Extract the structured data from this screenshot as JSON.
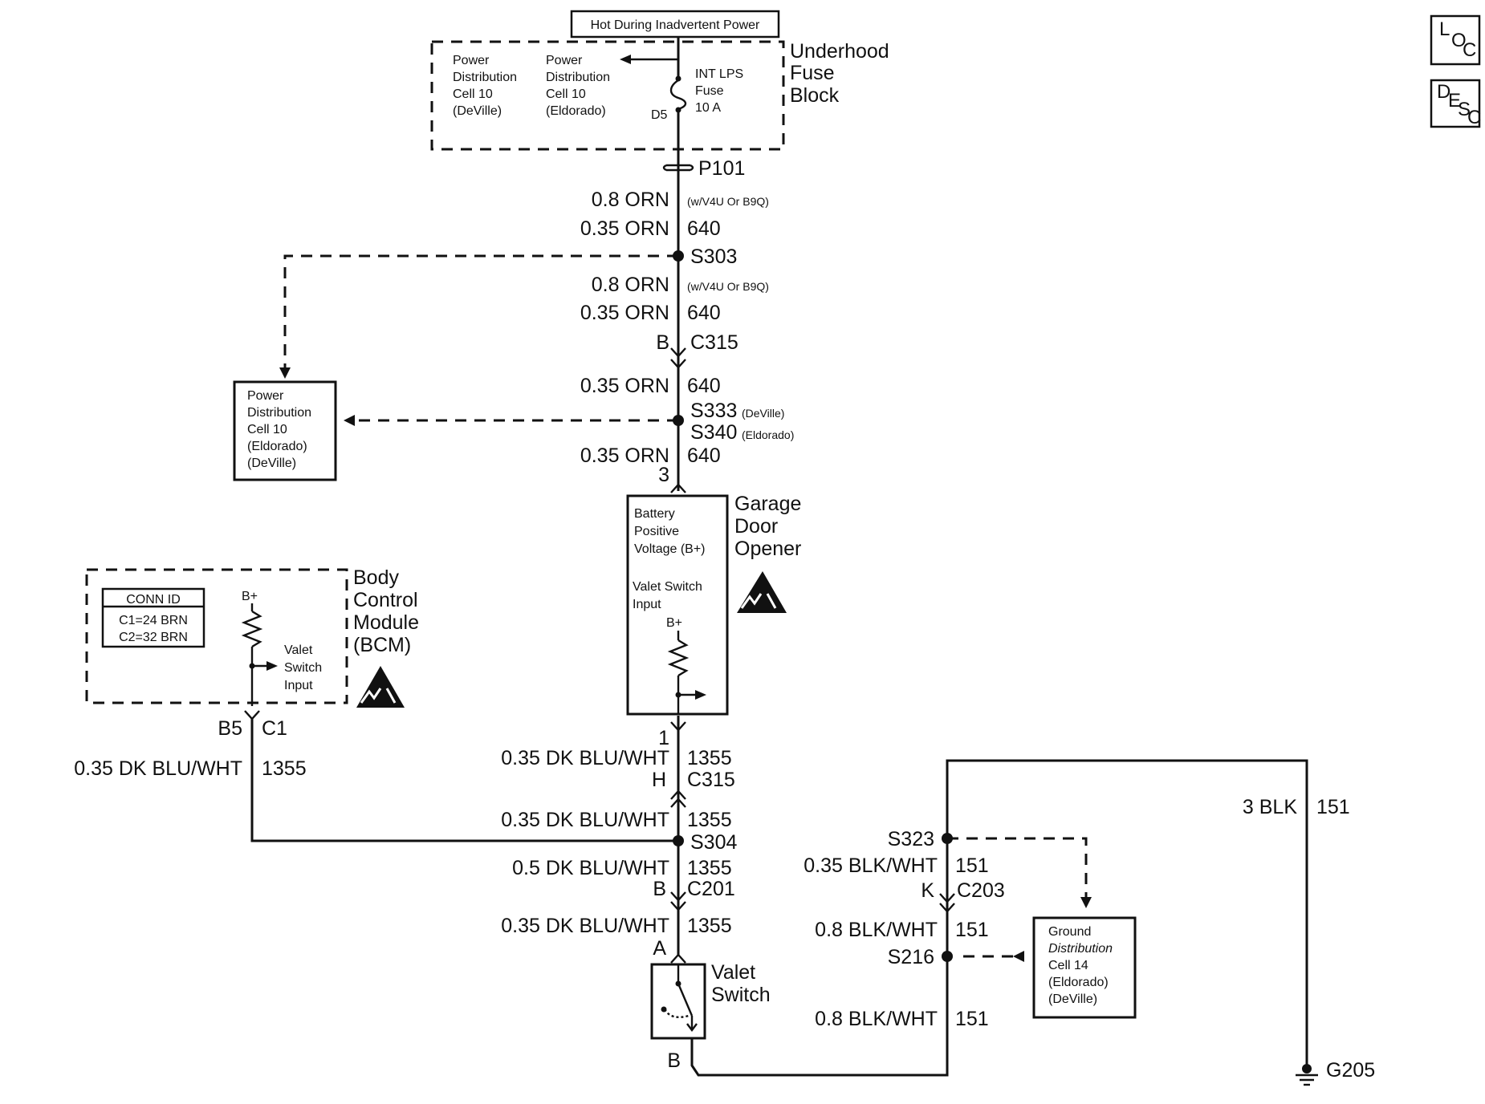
{
  "power_source": {
    "title": "Hot During Inadvertent Power"
  },
  "fuse_block": {
    "title": [
      "Underhood",
      "Fuse",
      "Block"
    ],
    "pd_deville": [
      "Power",
      "Distribution",
      "Cell 10",
      "(DeVille)"
    ],
    "pd_eldorado": [
      "Power",
      "Distribution",
      "Cell 10",
      "(Eldorado)"
    ],
    "fuse_label": [
      "INT LPS",
      "Fuse",
      "10 A"
    ],
    "terminal": "D5"
  },
  "top_circuit": {
    "p101": "P101",
    "w1_gauge": "0.8 ORN",
    "w1_note": "(w/V4U Or B9Q)",
    "w2_gauge": "0.35 ORN",
    "w2_circuit": "640",
    "s303": "S303",
    "w3_gauge": "0.8 ORN",
    "w3_note": "(w/V4U Or B9Q)",
    "w4_gauge": "0.35 ORN",
    "w4_circuit": "640",
    "c315_pin": "B",
    "c315": "C315",
    "w5_gauge": "0.35 ORN",
    "w5_circuit": "640",
    "s333": "S333",
    "s333_note": "(DeVille)",
    "s340": "S340",
    "s340_note": "(Eldorado)",
    "w6_gauge": "0.35 ORN",
    "w6_circuit": "640",
    "gdo_pin_top": "3"
  },
  "pd_box": [
    "Power",
    "Distribution",
    "Cell 10",
    "(Eldorado)",
    "(DeVille)"
  ],
  "garage_door": {
    "title": [
      "Garage",
      "Door",
      "Opener"
    ],
    "battery_label": [
      "Battery",
      "Positive",
      "Voltage (B+)"
    ],
    "valet_input": [
      "Valet Switch",
      "Input"
    ],
    "bplus": "B+",
    "pin_bottom": "1"
  },
  "bcm": {
    "title": [
      "Body",
      "Control",
      "Module",
      "(BCM)"
    ],
    "conn_header": "CONN ID",
    "conn_rows": [
      "C1=24 BRN",
      "C2=32 BRN"
    ],
    "bplus": "B+",
    "valet_input": [
      "Valet",
      "Switch",
      "Input"
    ],
    "pin": "B5",
    "conn": "C1",
    "w_gauge": "0.35 DK BLU/WHT",
    "w_circuit": "1355"
  },
  "mid_circuit": {
    "w1_gauge": "0.35 DK BLU/WHT",
    "w1_circuit": "1355",
    "c315_pin": "H",
    "c315": "C315",
    "w2_gauge": "0.35 DK BLU/WHT",
    "w2_circuit": "1355",
    "s304": "S304",
    "w3_gauge": "0.5 DK BLU/WHT",
    "w3_circuit": "1355",
    "c201_pin": "B",
    "c201": "C201",
    "w4_gauge": "0.35 DK BLU/WHT",
    "w4_circuit": "1355",
    "sw_pin_top": "A",
    "sw_pin_bottom": "B"
  },
  "valet_switch": {
    "title": [
      "Valet",
      "Switch"
    ]
  },
  "ground_circuit": {
    "w_blk_gauge": "3 BLK",
    "w_blk_circuit": "151",
    "s323": "S323",
    "w1_gauge": "0.35 BLK/WHT",
    "w1_circuit": "151",
    "c203_pin": "K",
    "c203": "C203",
    "w2_gauge": "0.8 BLK/WHT",
    "w2_circuit": "151",
    "s216": "S216",
    "w3_gauge": "0.8 BLK/WHT",
    "w3_circuit": "151",
    "ground": "G205"
  },
  "gd_box": [
    "Ground",
    "Distribution",
    "Cell 14",
    "(Eldorado)",
    "(DeVille)"
  ],
  "badges": {
    "loc": [
      "L",
      "O",
      "C"
    ],
    "desc": [
      "D",
      "E",
      "S",
      "C"
    ]
  }
}
